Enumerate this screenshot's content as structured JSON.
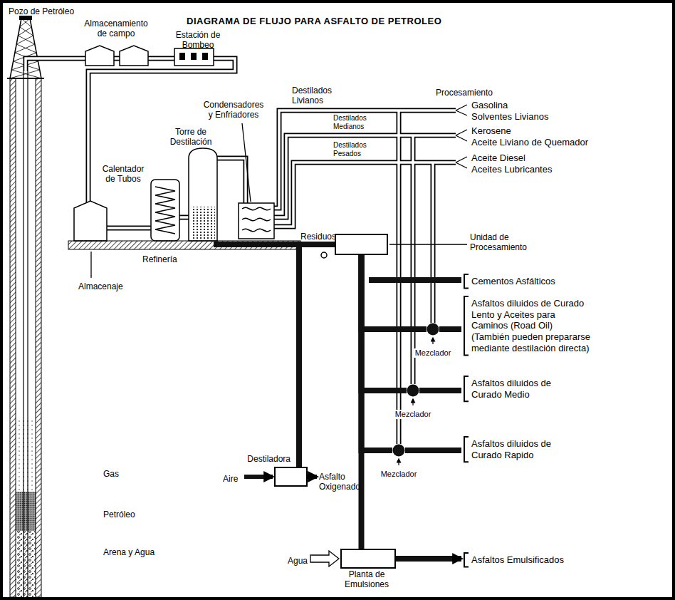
{
  "diagram": {
    "title": "DIAGRAMA DE FLUJO PARA ASFALTO DE PETROLEO",
    "nodes": [
      {
        "text": [
          "Unidad de Procesamiento"
        ]
      },
      {
        "text": [
          "Mezclador"
        ]
      },
      {
        "text": [
          "Mezclador"
        ]
      },
      {
        "text": [
          "Mezclador"
        ]
      },
      {
        "text": [
          "Destiladora"
        ]
      },
      {
        "text": [
          "Planta de Emulsiones"
        ]
      }
    ],
    "edges": [
      {
        "from": 0,
        "to": 1,
        "arrow": "none"
      },
      {
        "from": 0,
        "to": 2,
        "arrow": "none"
      },
      {
        "from": 0,
        "to": 3,
        "arrow": "none"
      },
      {
        "from": 0,
        "to": 5,
        "arrow": "none"
      }
    ],
    "labels": [
      "Pozo de Petróleo",
      "Almacenamiento de campo",
      "Estación de Bombeo",
      "Destilados Livianos",
      "Procesamiento",
      "Gasolina",
      "Solventes Livianos",
      "Destilados Medianos",
      "Kerosene",
      "Aceite Liviano de Quemador",
      "Torre de Destilación",
      "Destilados Pesados",
      "Aceite Diesel",
      "Aceites Lubricantes",
      "Calentador de Tubos",
      "Condensadores y Enfriadores",
      "Residuos",
      "Refinería",
      "Almacenaje",
      "Cementos Asfálticos",
      "Asfaltos diluidos de Curado Lento y Aceites para Caminos (Road Oil)",
      "(También pueden prepararse mediante destilación directa)",
      "Asfaltos diluidos de Curado Medio",
      "Asfaltos diluidos de Curado Rapido",
      "Gas",
      "Aire",
      "Asfalto Oxigenado",
      "Petróleo",
      "Arena y Agua",
      "Agua",
      "Asfaltos Emulsificados"
    ]
  }
}
